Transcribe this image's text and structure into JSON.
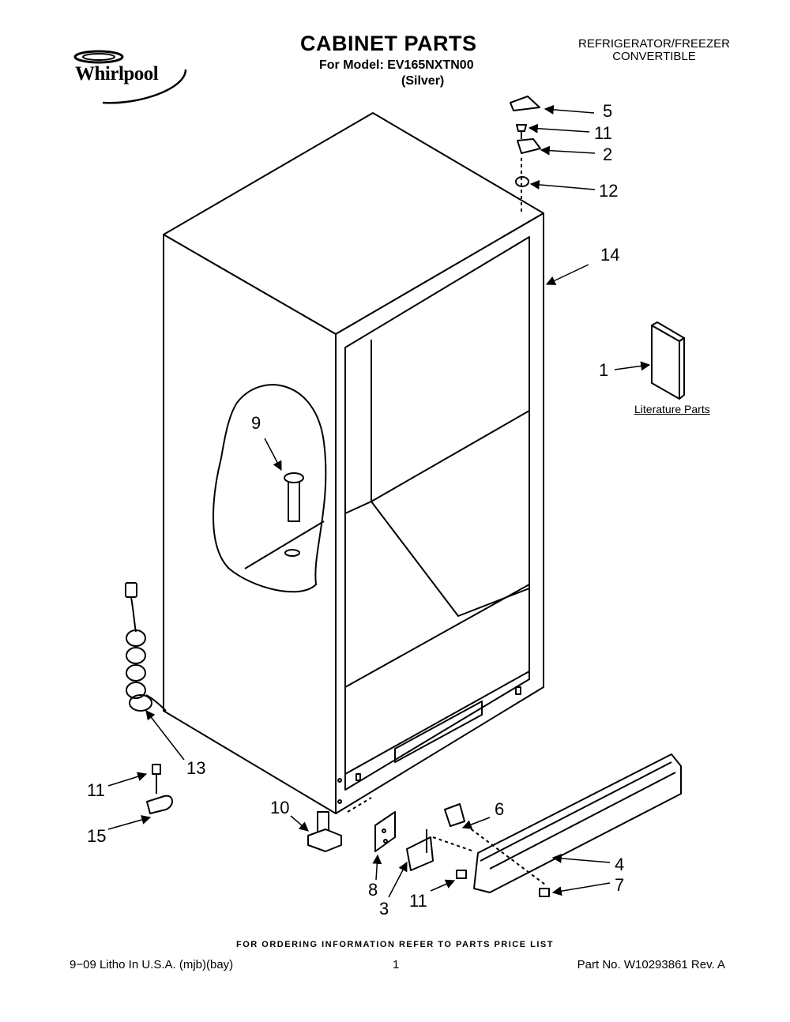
{
  "header": {
    "brand": "Whirlpool",
    "title": "CABINET PARTS",
    "model_line": "For Model: EV165NXTN00",
    "variant": "(Silver)",
    "product_type_line1": "REFRIGERATOR/FREEZER",
    "product_type_line2": "CONVERTIBLE"
  },
  "callouts": {
    "c5": "5",
    "c11a": "11",
    "c2": "2",
    "c12": "12",
    "c14": "14",
    "c1": "1",
    "c9": "9",
    "c13": "13",
    "c11b": "11",
    "c15": "15",
    "c10": "10",
    "c6": "6",
    "c4": "4",
    "c7": "7",
    "c8": "8",
    "c3": "3",
    "c11c": "11"
  },
  "literature_label": "Literature Parts",
  "footer": {
    "note": "FOR ORDERING INFORMATION REFER TO PARTS PRICE LIST",
    "left": "9−09 Litho In U.S.A. (mjb)(bay)",
    "page": "1",
    "right": "Part No. W10293861 Rev. A"
  }
}
